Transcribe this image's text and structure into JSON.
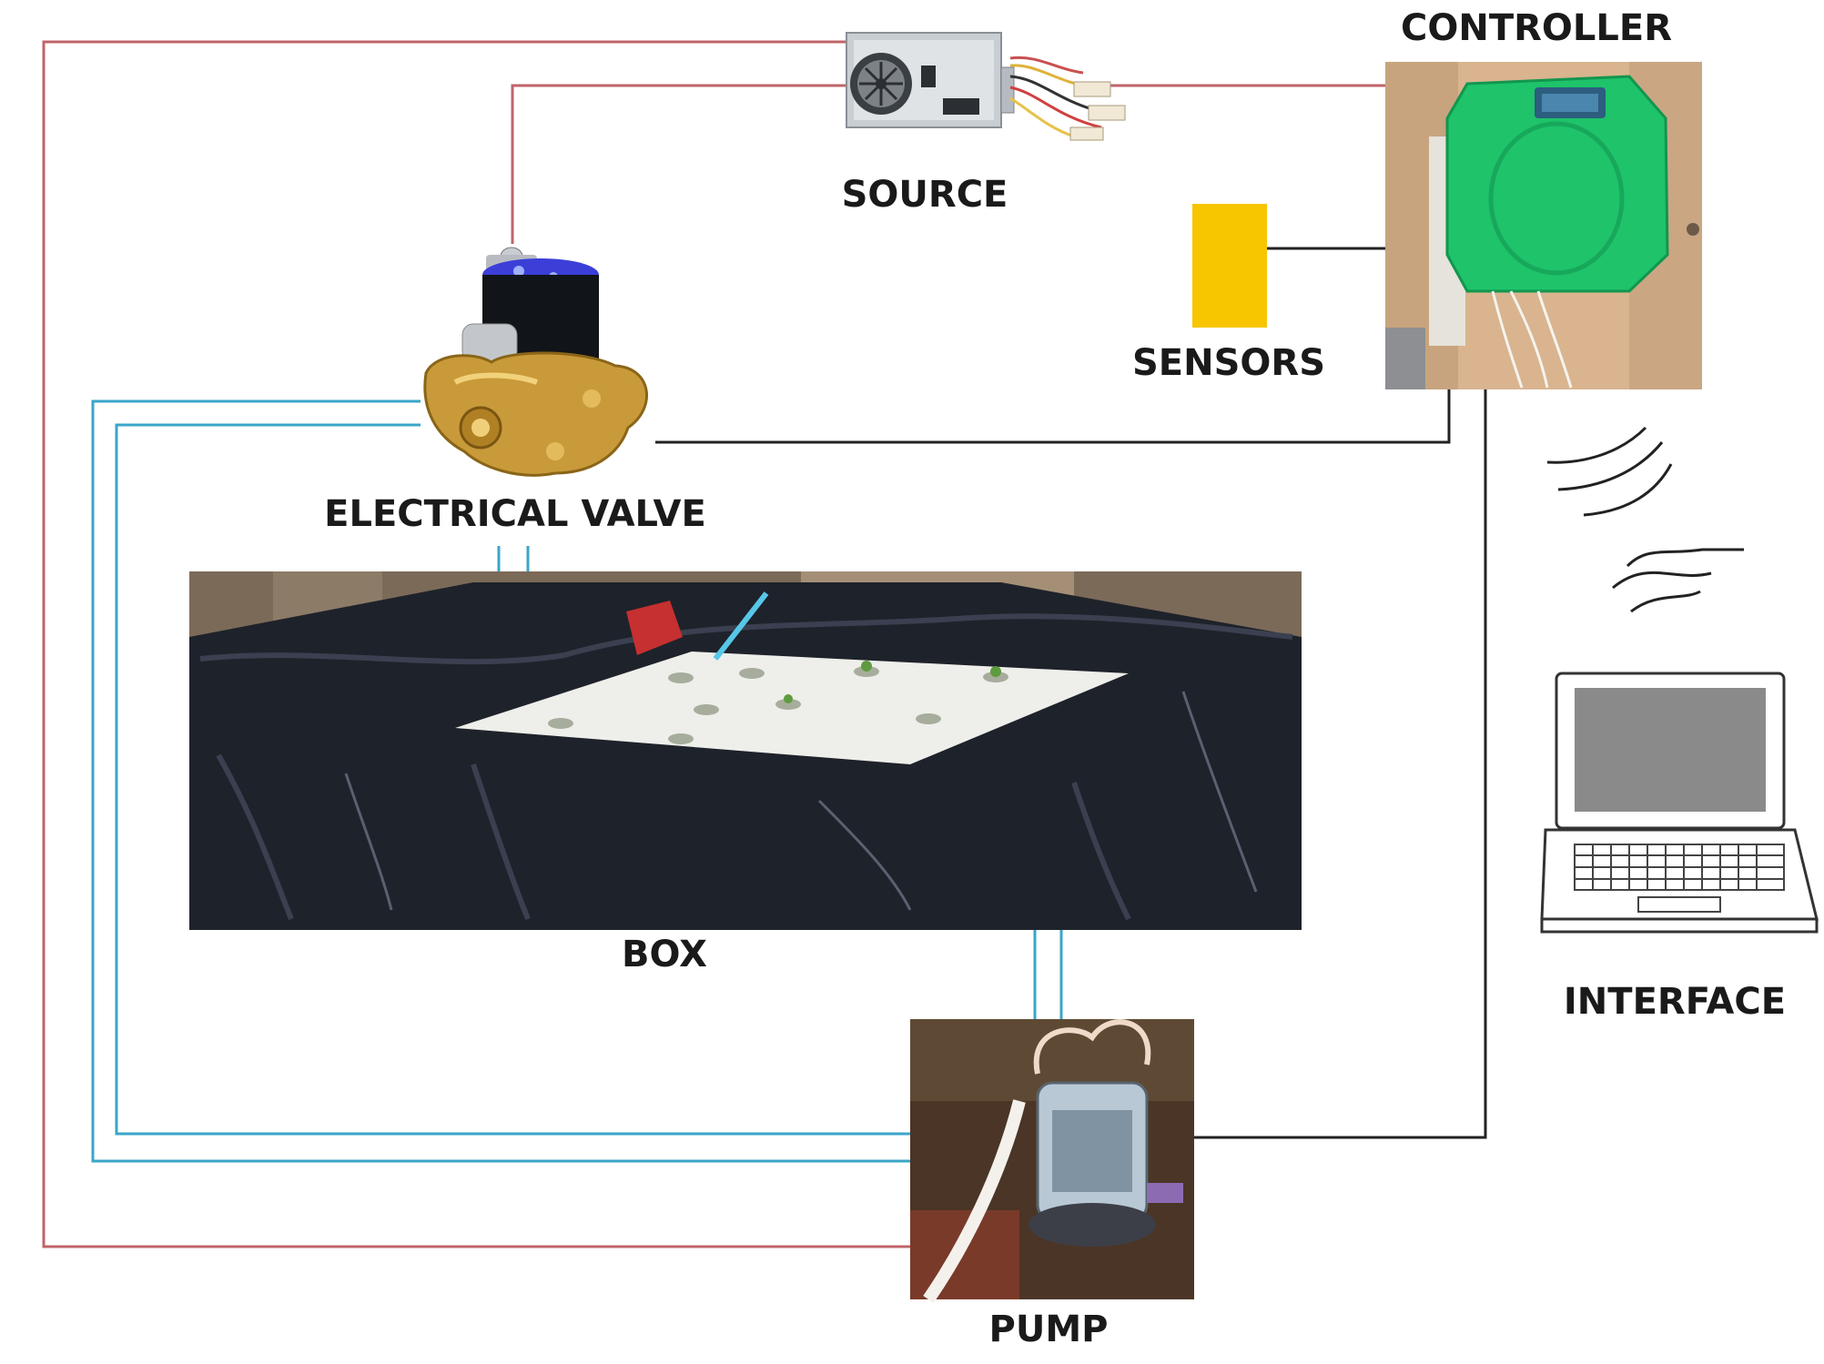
{
  "labels": {
    "controller": "CONTROLLER",
    "source": "SOURCE",
    "sensors": "SENSORS",
    "valve": "ELECTRICAL VALVE",
    "box": "BOX",
    "interface": "INTERFACE",
    "pump": "PUMP"
  },
  "colors": {
    "power_wire": "#c0646a",
    "water_pipe": "#3aa6c8",
    "signal_wire": "#222222",
    "controller_case": "#1ec36a",
    "sensor": "#f7c600",
    "laptop_screen": "#8a8a8a"
  }
}
